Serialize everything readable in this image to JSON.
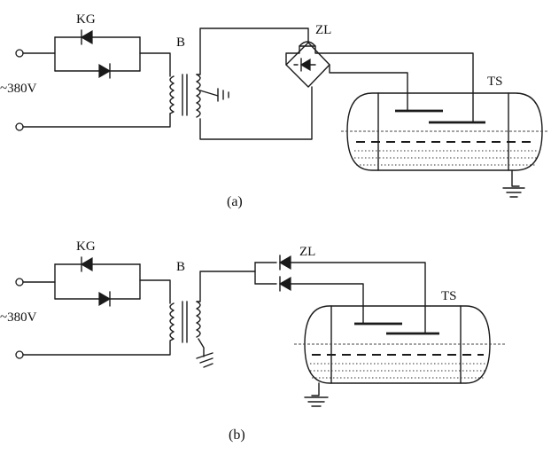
{
  "diagram_a": {
    "label_kg": "KG",
    "label_b": "B",
    "label_zl": "ZL",
    "label_ts": "TS",
    "label_voltage": "~380V",
    "caption": "(a)"
  },
  "diagram_b": {
    "label_kg": "KG",
    "label_b": "B",
    "label_zl": "ZL",
    "label_ts": "TS",
    "label_voltage": "~380V",
    "caption": "(b)"
  }
}
